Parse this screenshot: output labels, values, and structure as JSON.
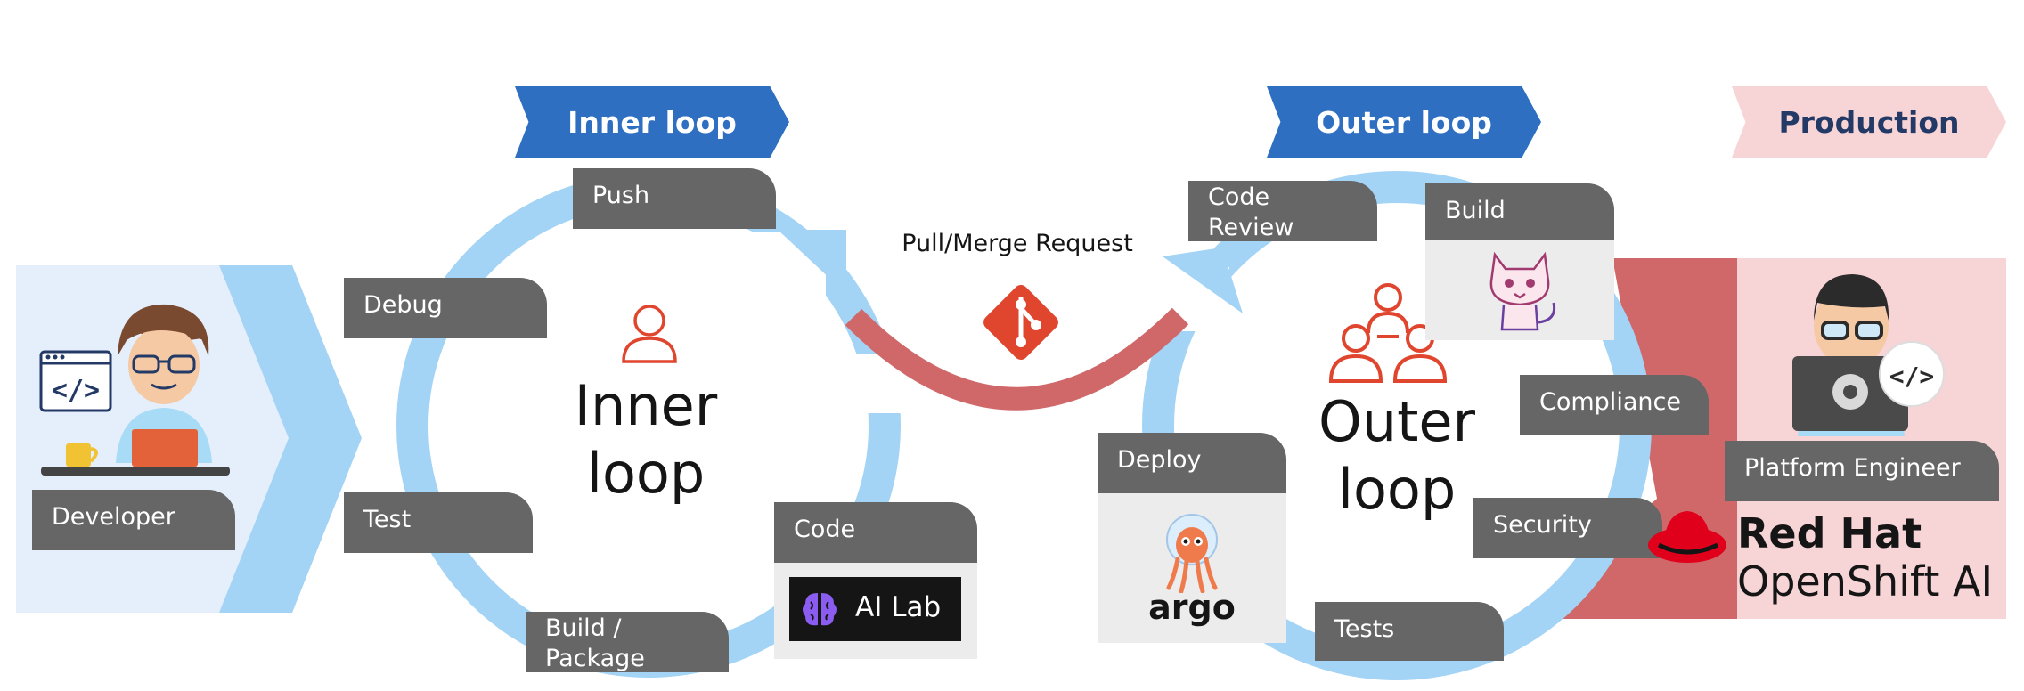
{
  "banners": {
    "inner": "Inner loop",
    "outer": "Outer loop",
    "production": "Production"
  },
  "developer": {
    "label": "Developer"
  },
  "inner": {
    "title_line1": "Inner",
    "title_line2": "loop",
    "push": "Push",
    "debug": "Debug",
    "test": "Test",
    "build_line1": "Build /",
    "build_line2": "Package",
    "code": "Code",
    "ailab": "AI Lab"
  },
  "pull_request": "Pull/Merge Request",
  "outer": {
    "title_line1": "Outer",
    "title_line2": "loop",
    "code_review_line1": "Code",
    "code_review_line2": "Review",
    "build": "Build",
    "compliance": "Compliance",
    "deploy": "Deploy",
    "argo": "argo",
    "security": "Security",
    "tests": "Tests"
  },
  "production": {
    "platform_engineer": "Platform Engineer",
    "brand_line1": "Red Hat",
    "brand_line2": "OpenShift AI"
  },
  "colors": {
    "arrow_blue": "#a3d3f5",
    "banner_blue": "#2f6fc2",
    "tag_gray": "#666666",
    "red": "#d0686a",
    "brand_red": "#e0452e"
  }
}
